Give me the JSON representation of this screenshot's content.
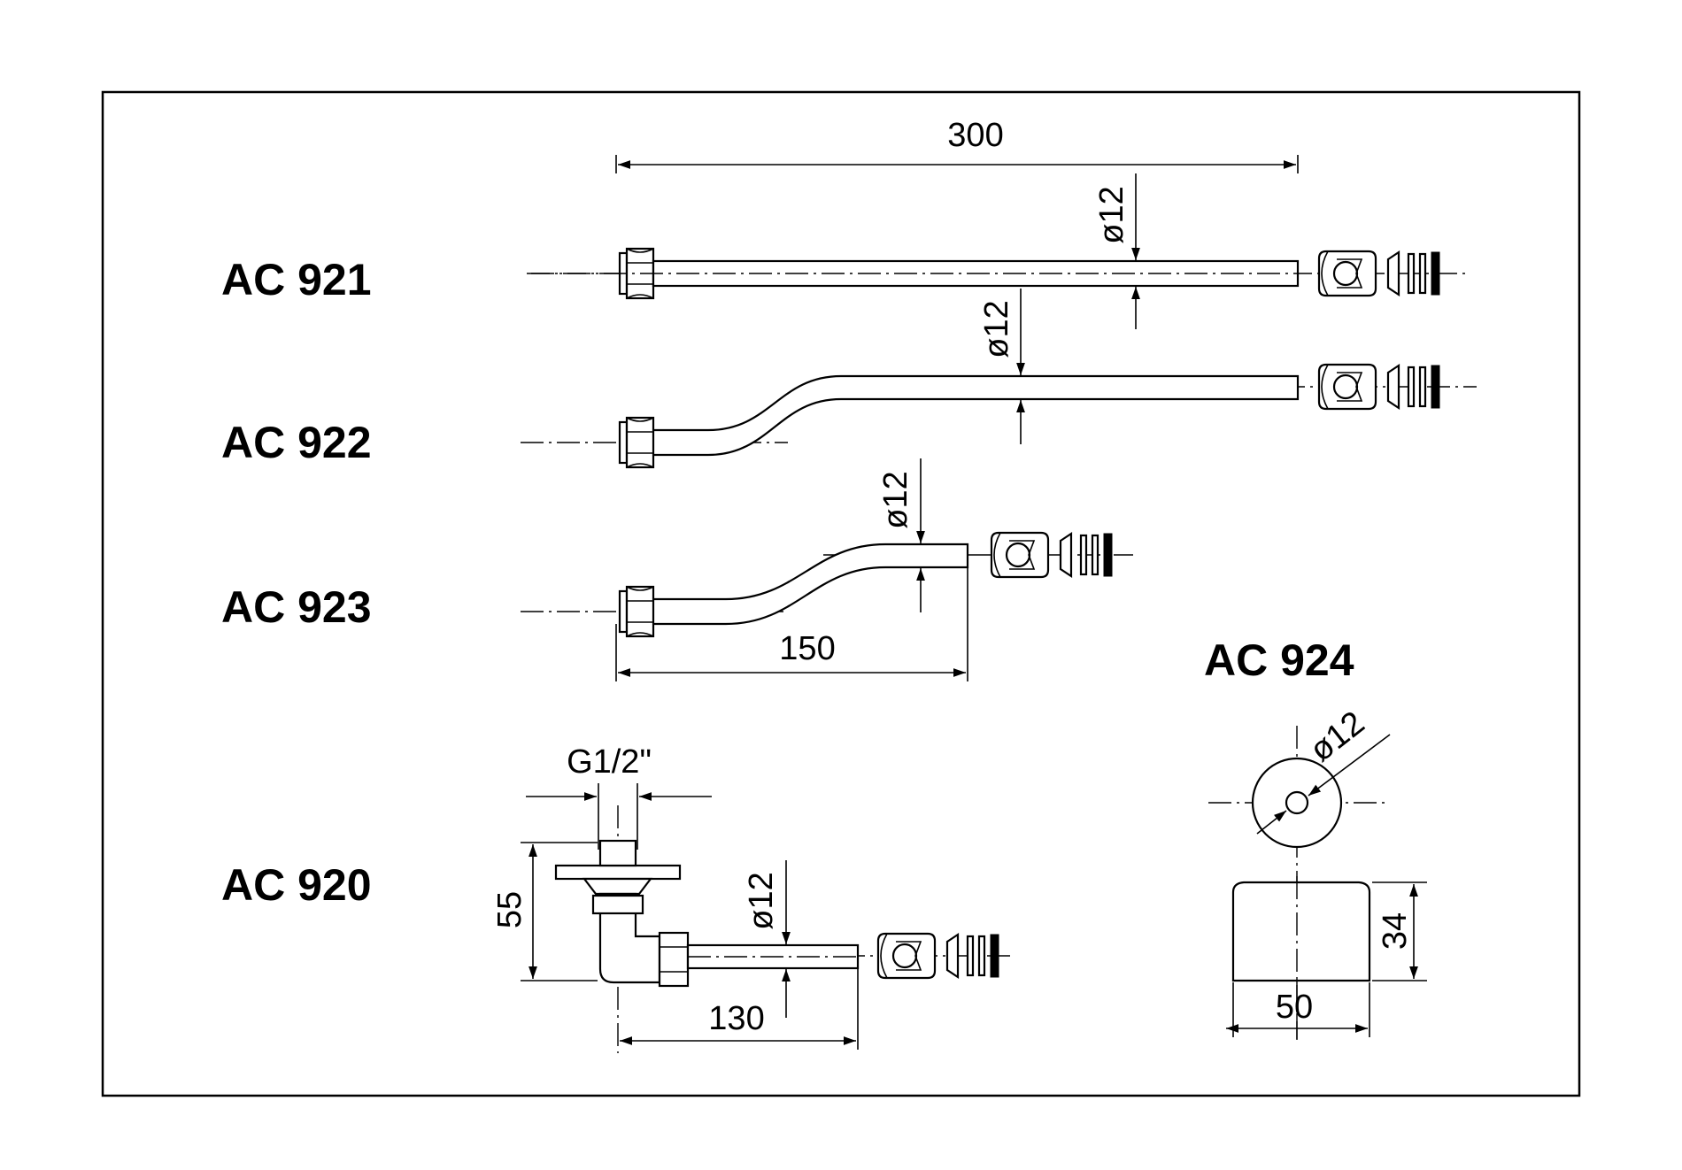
{
  "models": {
    "ac921": "AC 921",
    "ac922": "AC 922",
    "ac923": "AC 923",
    "ac924": "AC 924",
    "ac920": "AC 920"
  },
  "dimensions": {
    "length_300": "300",
    "length_150": "150",
    "length_130": "130",
    "height_55": "55",
    "thread": "G1/2\"",
    "dia_ac921": "ø12",
    "dia_ac922": "ø12",
    "dia_ac923": "ø12",
    "dia_ac920": "ø12",
    "dia_ac924": "ø12",
    "cap_height": "34",
    "cap_width": "50"
  }
}
